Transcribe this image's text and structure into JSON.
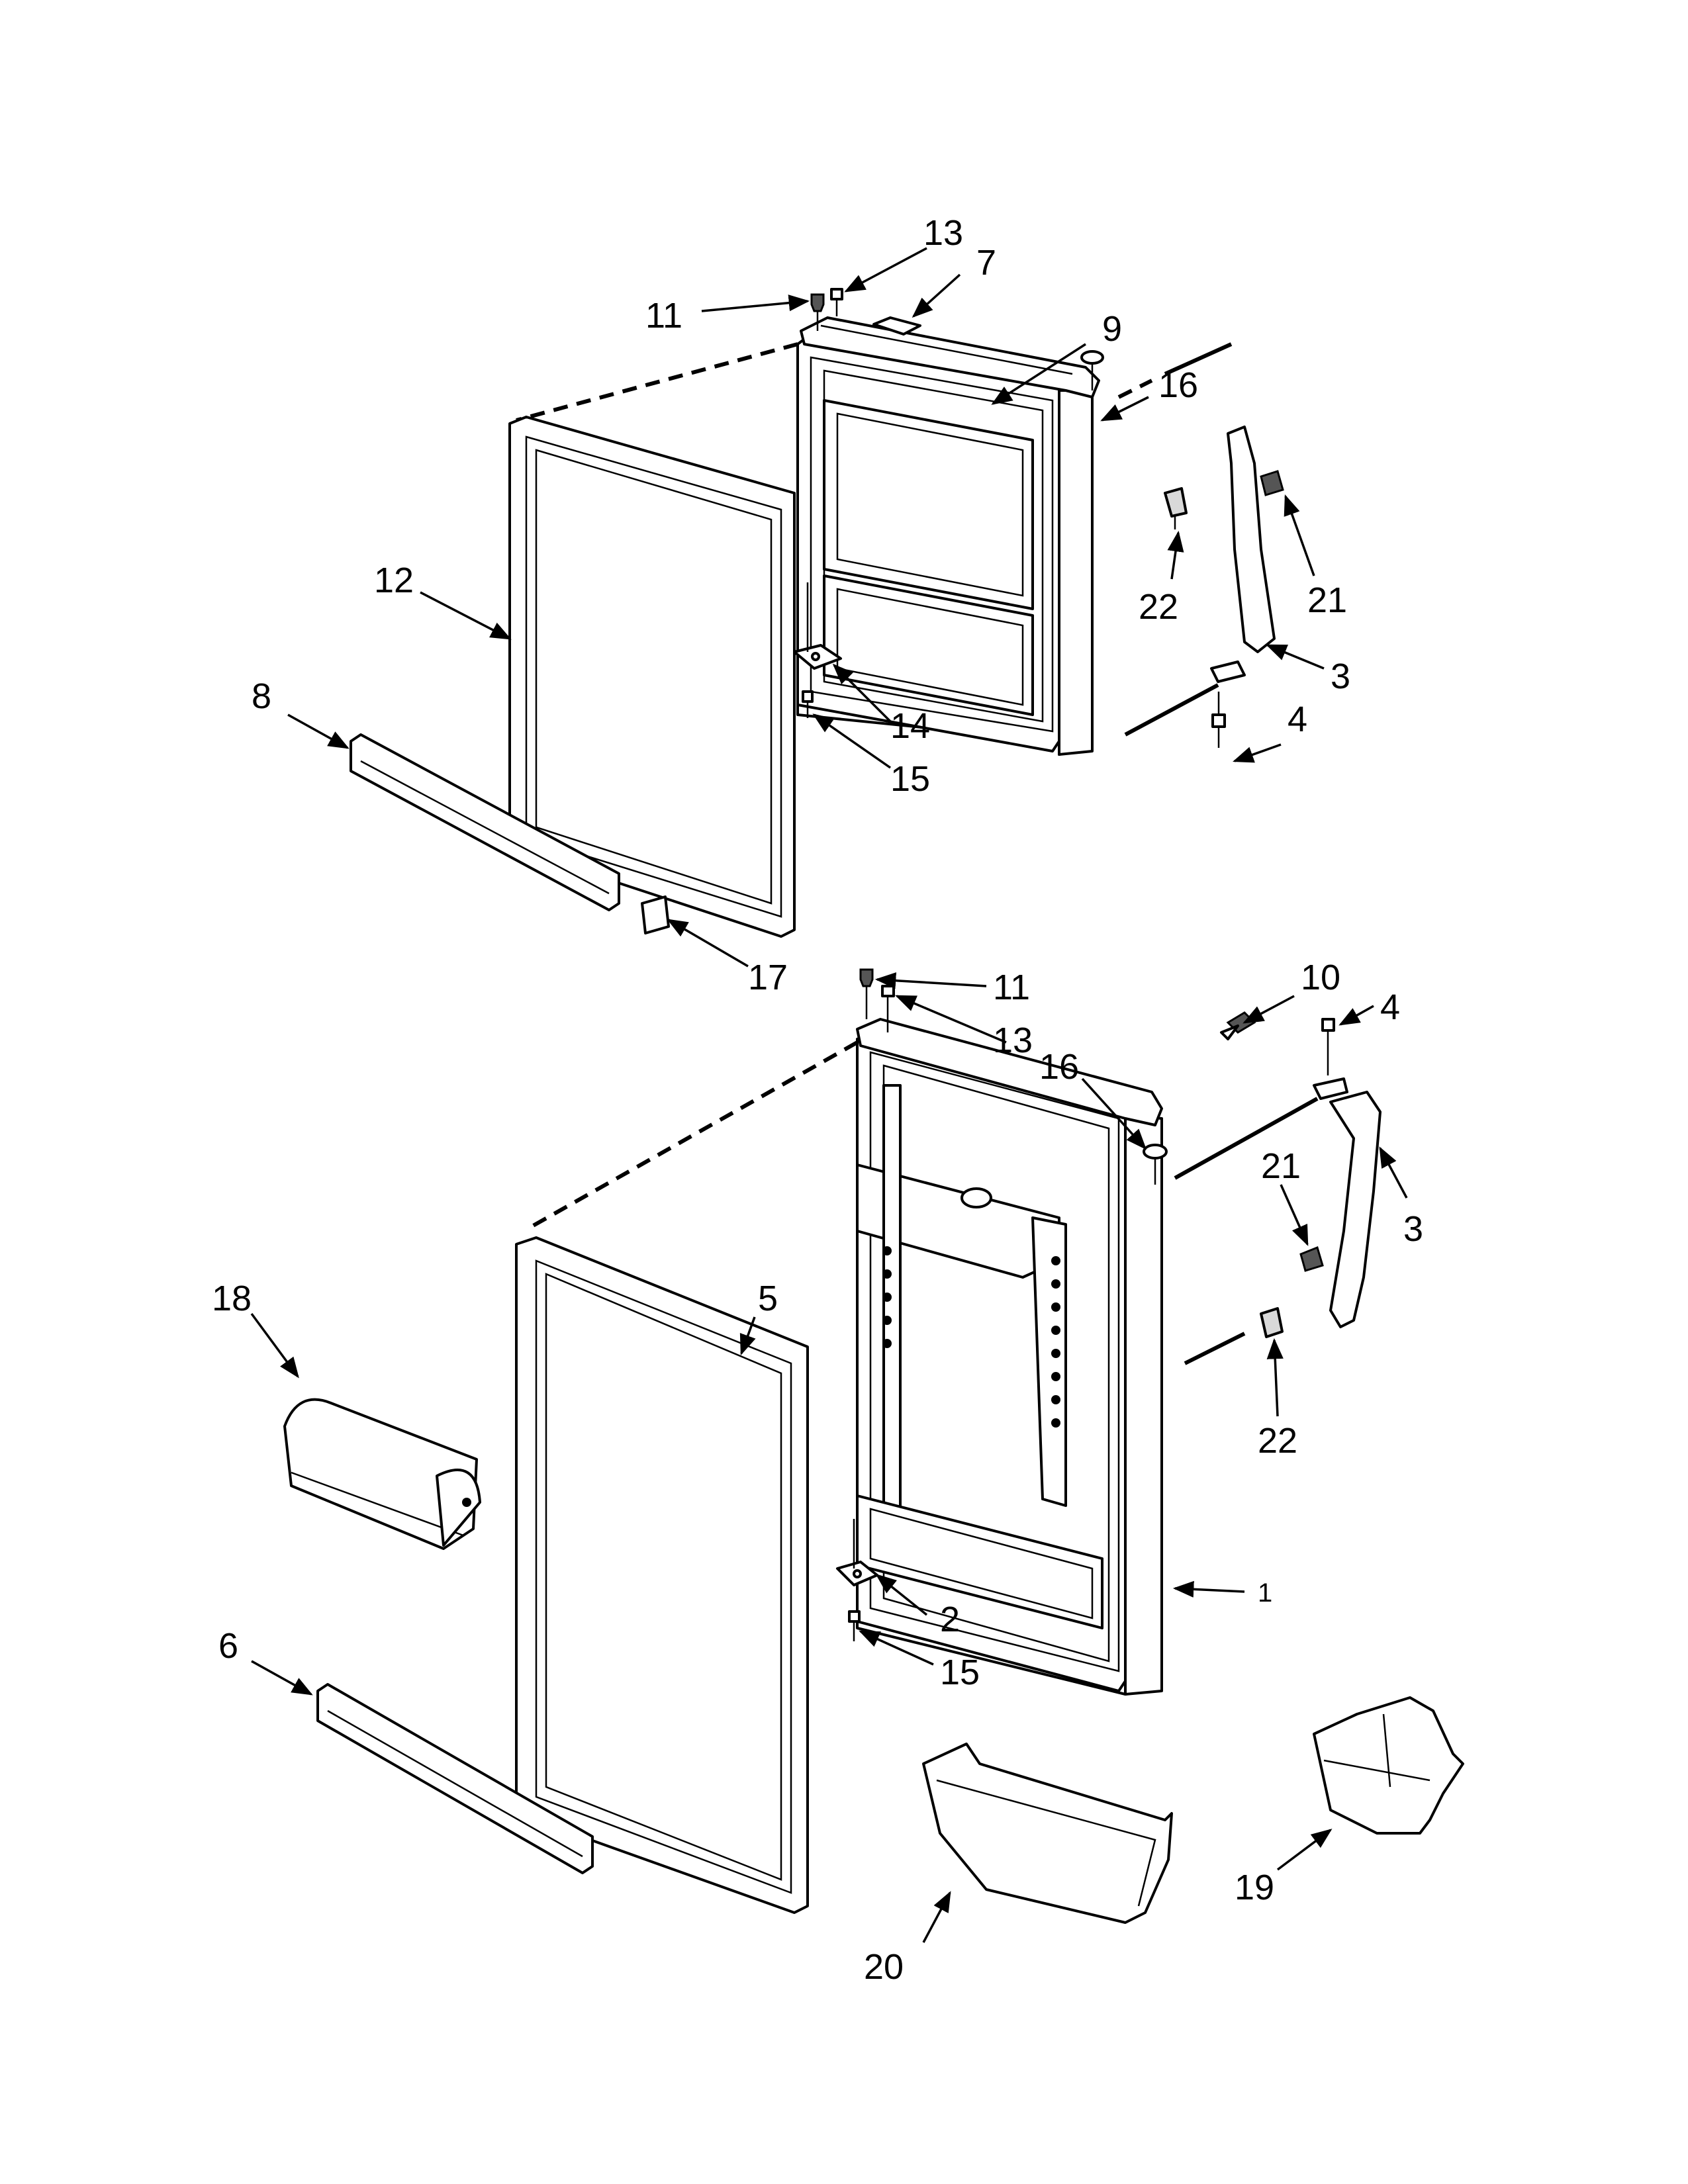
{
  "callouts": {
    "c13_top": "13",
    "c7": "7",
    "c11_top": "11",
    "c9": "9",
    "c16_top": "16",
    "c22_top": "22",
    "c21_top": "21",
    "c3_top": "3",
    "c4_top": "4",
    "c12": "12",
    "c8": "8",
    "c14": "14",
    "c15_top": "15",
    "c17": "17",
    "c11_bot": "11",
    "c13_bot": "13",
    "c10": "10",
    "c4_bot": "4",
    "c16_bot": "16",
    "c21_bot": "21",
    "c3_bot": "3",
    "c22_bot": "22",
    "c18": "18",
    "c5": "5",
    "c1": "1",
    "c2": "2",
    "c15_bot": "15",
    "c6": "6",
    "c20": "20",
    "c19": "19"
  }
}
